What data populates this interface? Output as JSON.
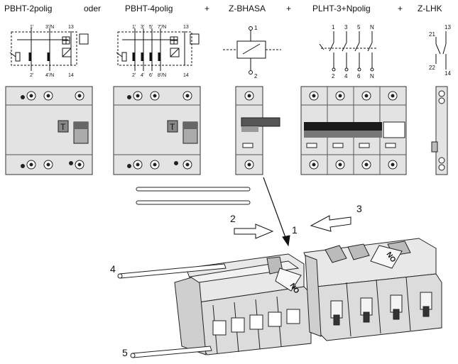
{
  "headers": {
    "pbht2": "PBHT-2polig",
    "oder": "oder",
    "pbht4": "PBHT-4polig",
    "zbhasa": "Z-BHASA",
    "plht": "PLHT-3+Npolig",
    "zlhk": "Z-LHK"
  },
  "plus_sign": "+",
  "schematic_2p": {
    "t1": "1'",
    "t2": "3'/N",
    "t3": "13",
    "b1": "2'",
    "b2": "4'/N",
    "b3": "14"
  },
  "schematic_4p": {
    "t1": "1'",
    "t2": "3'",
    "t3": "5'",
    "t4": "7'/N",
    "t5": "13",
    "b1": "2'",
    "b2": "4'",
    "b3": "6'",
    "b4": "8'/N",
    "b5": "14"
  },
  "schematic_bhasa": {
    "top": "1",
    "bottom": "2"
  },
  "schematic_plht": {
    "t1": "1",
    "t2": "3",
    "t3": "5",
    "t4": "N",
    "b1": "2",
    "b2": "4",
    "b3": "6",
    "b4": "N"
  },
  "schematic_lhk": {
    "t1": "21",
    "t2": "13",
    "b1": "22",
    "b2": "14"
  },
  "test_button": "T",
  "steps": {
    "s1": "1",
    "s2": "2",
    "s3": "3",
    "s4": "4",
    "s5": "5"
  },
  "no_label": "NO"
}
